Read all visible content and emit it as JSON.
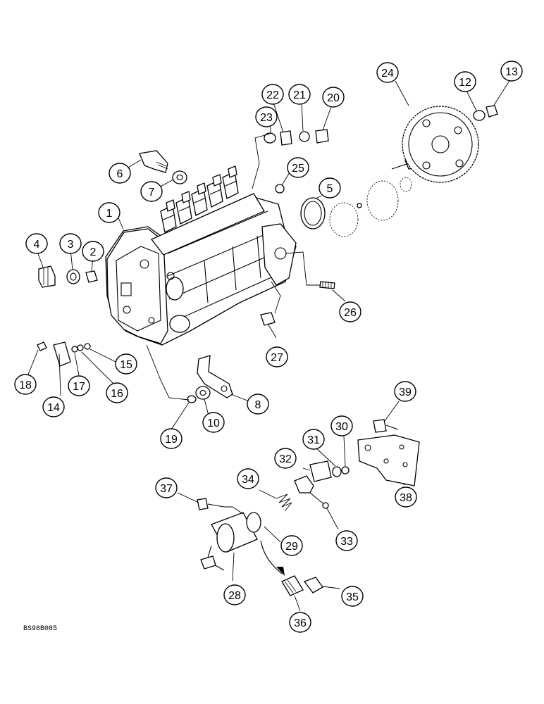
{
  "diagram": {
    "callouts": [
      {
        "id": "c1",
        "label": "1"
      },
      {
        "id": "c2",
        "label": "2"
      },
      {
        "id": "c3",
        "label": "3"
      },
      {
        "id": "c4",
        "label": "4"
      },
      {
        "id": "c5",
        "label": "5"
      },
      {
        "id": "c6",
        "label": "6"
      },
      {
        "id": "c7",
        "label": "7"
      },
      {
        "id": "c8",
        "label": "8"
      },
      {
        "id": "c10",
        "label": "10"
      },
      {
        "id": "c12",
        "label": "12"
      },
      {
        "id": "c13",
        "label": "13"
      },
      {
        "id": "c14",
        "label": "14"
      },
      {
        "id": "c15",
        "label": "15"
      },
      {
        "id": "c16",
        "label": "16"
      },
      {
        "id": "c17",
        "label": "17"
      },
      {
        "id": "c18",
        "label": "18"
      },
      {
        "id": "c19",
        "label": "19"
      },
      {
        "id": "c20",
        "label": "20"
      },
      {
        "id": "c21",
        "label": "21"
      },
      {
        "id": "c22",
        "label": "22"
      },
      {
        "id": "c23",
        "label": "23"
      },
      {
        "id": "c24",
        "label": "24"
      },
      {
        "id": "c25",
        "label": "25"
      },
      {
        "id": "c26",
        "label": "26"
      },
      {
        "id": "c27",
        "label": "27"
      },
      {
        "id": "c28",
        "label": "28"
      },
      {
        "id": "c29",
        "label": "29"
      },
      {
        "id": "c30",
        "label": "30"
      },
      {
        "id": "c31",
        "label": "31"
      },
      {
        "id": "c32",
        "label": "32"
      },
      {
        "id": "c33",
        "label": "33"
      },
      {
        "id": "c34",
        "label": "34"
      },
      {
        "id": "c35",
        "label": "35"
      },
      {
        "id": "c36",
        "label": "36"
      },
      {
        "id": "c37",
        "label": "37"
      },
      {
        "id": "c38",
        "label": "38"
      },
      {
        "id": "c39",
        "label": "39"
      }
    ],
    "figure_code": "BS98B085"
  }
}
